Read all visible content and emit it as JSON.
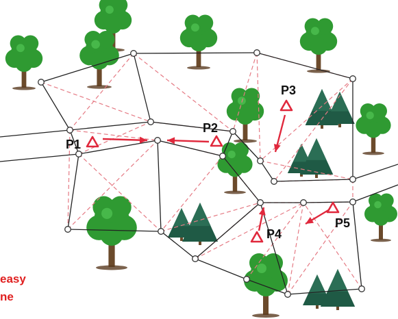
{
  "points": [
    {
      "id": "p1",
      "label": "P1"
    },
    {
      "id": "p2",
      "label": "P2"
    },
    {
      "id": "p3",
      "label": "P3"
    },
    {
      "id": "p4",
      "label": "P4"
    },
    {
      "id": "p5",
      "label": "P5"
    }
  ],
  "corner_text": {
    "line1": "easy",
    "line2": "ne"
  },
  "colors": {
    "accent": "#e0283c",
    "solid_edge": "#222222",
    "dashed_edge": "#e57a84",
    "deciduous_tree": "#2f9a32",
    "conifer_tree": "#1f5a45",
    "trunk": "#6b4a2b"
  },
  "legend": {}
}
